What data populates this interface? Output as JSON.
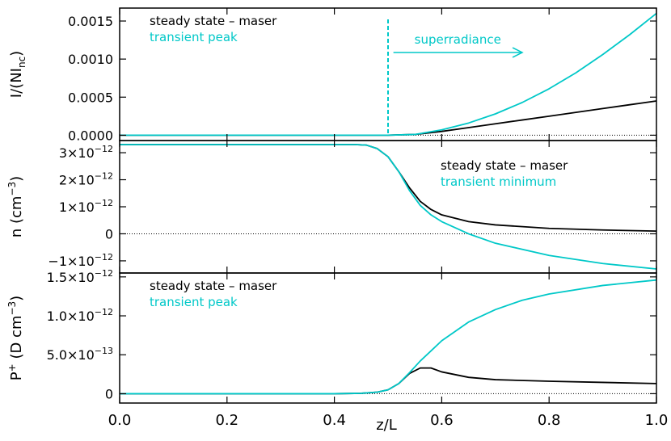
{
  "chart_data": [
    {
      "type": "line",
      "ylabel": "I/(NI",
      "ylabel_sub": "nc",
      "ylabel_close": ")",
      "ylim": [
        -7e-05,
        0.00167
      ],
      "yticks": [
        {
          "value": 0.0,
          "label": "0.0000"
        },
        {
          "value": 0.0005,
          "label": "0.0005"
        },
        {
          "value": 0.001,
          "label": "0.0010"
        },
        {
          "value": 0.0015,
          "label": "0.0015"
        }
      ],
      "legend": [
        {
          "text": "steady state – maser",
          "color": "#000000"
        },
        {
          "text": "transient peak",
          "color": "#00c8c8"
        }
      ],
      "annotation": {
        "text": "superradiance",
        "x_line": 0.5,
        "arrow_from": 0.51,
        "arrow_to": 0.75
      },
      "baseline": 0,
      "series": [
        {
          "color": "#000000",
          "x": [
            0,
            0.5,
            0.55,
            0.6,
            0.65,
            0.7,
            0.75,
            0.8,
            0.85,
            0.9,
            0.95,
            1.0
          ],
          "y": [
            0,
            0,
            1e-05,
            5e-05,
            0.0001,
            0.00015,
            0.0002,
            0.00025,
            0.0003,
            0.00035,
            0.0004,
            0.00045
          ]
        },
        {
          "color": "#00c8c8",
          "x": [
            0,
            0.5,
            0.55,
            0.6,
            0.65,
            0.7,
            0.75,
            0.8,
            0.85,
            0.9,
            0.95,
            1.0
          ],
          "y": [
            0,
            0,
            1e-05,
            7e-05,
            0.00016,
            0.00028,
            0.00043,
            0.00061,
            0.00082,
            0.00106,
            0.00132,
            0.0016
          ]
        }
      ]
    },
    {
      "type": "line",
      "ylabel": "n  (cm",
      "ylabel_sup": "−3",
      "ylabel_close": ")",
      "ylim": [
        -1.45e-12,
        3.45e-12
      ],
      "yticks": [
        {
          "value": -1e-12,
          "mant": "−1",
          "exp": "−12"
        },
        {
          "value": 0,
          "mant": "0",
          "exp": ""
        },
        {
          "value": 1e-12,
          "mant": "1",
          "exp": "−12"
        },
        {
          "value": 2e-12,
          "mant": "2",
          "exp": "−12"
        },
        {
          "value": 3e-12,
          "mant": "3",
          "exp": "−12"
        }
      ],
      "legend": [
        {
          "text": "steady state – maser",
          "color": "#000000"
        },
        {
          "text": "transient minimum",
          "color": "#00c8c8"
        }
      ],
      "baseline": 0,
      "series": [
        {
          "color": "#000000",
          "x": [
            0,
            0.44,
            0.46,
            0.48,
            0.5,
            0.52,
            0.54,
            0.56,
            0.58,
            0.6,
            0.65,
            0.7,
            0.8,
            0.9,
            1.0
          ],
          "y": [
            3.3e-12,
            3.3e-12,
            3.28e-12,
            3.15e-12,
            2.85e-12,
            2.3e-12,
            1.7e-12,
            1.2e-12,
            9e-13,
            7e-13,
            4.5e-13,
            3.3e-13,
            2e-13,
            1.4e-13,
            1e-13
          ]
        },
        {
          "color": "#00c8c8",
          "x": [
            0,
            0.44,
            0.46,
            0.48,
            0.5,
            0.52,
            0.54,
            0.56,
            0.58,
            0.6,
            0.65,
            0.7,
            0.8,
            0.9,
            1.0
          ],
          "y": [
            3.3e-12,
            3.3e-12,
            3.28e-12,
            3.15e-12,
            2.85e-12,
            2.3e-12,
            1.6e-12,
            1.05e-12,
            7e-13,
            4.5e-13,
            0.0,
            -3.5e-13,
            -8e-13,
            -1.1e-12,
            -1.3e-12
          ]
        }
      ]
    },
    {
      "type": "line",
      "ylabel": "P",
      "ylabel_sup": "+",
      "ylabel_rest": " (D cm",
      "ylabel_sup2": "−3",
      "ylabel_close": ")",
      "ylim": [
        -1.2e-13,
        1.55e-12
      ],
      "yticks": [
        {
          "value": 0,
          "mant": "0",
          "exp": ""
        },
        {
          "value": 5e-13,
          "mant": "5.0",
          "exp": "−13"
        },
        {
          "value": 1e-12,
          "mant": "1.0",
          "exp": "−12"
        },
        {
          "value": 1.5e-12,
          "mant": "1.5",
          "exp": "−12"
        }
      ],
      "legend": [
        {
          "text": "steady state – maser",
          "color": "#000000"
        },
        {
          "text": "transient peak",
          "color": "#00c8c8"
        }
      ],
      "baseline": 0,
      "series": [
        {
          "color": "#000000",
          "x": [
            0,
            0.4,
            0.45,
            0.48,
            0.5,
            0.52,
            0.54,
            0.56,
            0.58,
            0.6,
            0.65,
            0.7,
            0.8,
            0.9,
            1.0
          ],
          "y": [
            0,
            0,
            5e-15,
            2e-14,
            5e-14,
            1.3e-13,
            2.6e-13,
            3.3e-13,
            3.3e-13,
            2.8e-13,
            2.1e-13,
            1.8e-13,
            1.6e-13,
            1.45e-13,
            1.3e-13
          ]
        },
        {
          "color": "#00c8c8",
          "x": [
            0,
            0.4,
            0.45,
            0.48,
            0.5,
            0.52,
            0.54,
            0.56,
            0.58,
            0.6,
            0.65,
            0.7,
            0.75,
            0.8,
            0.9,
            1.0
          ],
          "y": [
            0,
            0,
            5e-15,
            2e-14,
            5e-14,
            1.3e-13,
            2.7e-13,
            4.2e-13,
            5.5e-13,
            6.8e-13,
            9.2e-13,
            1.08e-12,
            1.2e-12,
            1.28e-12,
            1.39e-12,
            1.46e-12
          ]
        }
      ]
    }
  ],
  "xaxis": {
    "label": "z/L",
    "xlim": [
      0,
      1
    ],
    "ticks": [
      {
        "value": 0,
        "label": "0.0"
      },
      {
        "value": 0.2,
        "label": "0.2"
      },
      {
        "value": 0.4,
        "label": "0.4"
      },
      {
        "value": 0.6,
        "label": "0.6"
      },
      {
        "value": 0.8,
        "label": "0.8"
      },
      {
        "value": 1.0,
        "label": "1.0"
      }
    ]
  }
}
